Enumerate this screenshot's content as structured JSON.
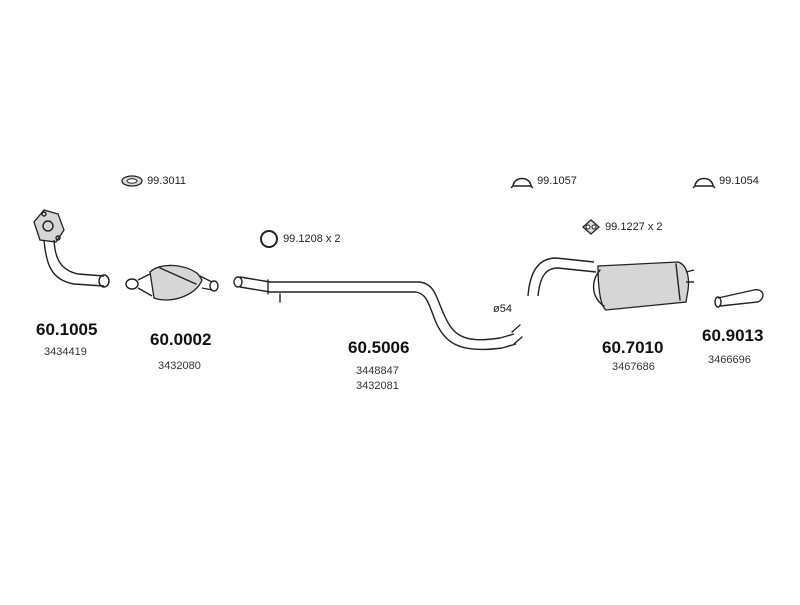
{
  "parts": [
    {
      "number": "60.1005",
      "oem": [
        "3434419"
      ]
    },
    {
      "number": "60.0002",
      "oem": [
        "3432080"
      ]
    },
    {
      "number": "60.5006",
      "oem": [
        "3448847",
        "3432081"
      ]
    },
    {
      "number": "60.7010",
      "oem": [
        "3467686"
      ]
    },
    {
      "number": "60.9013",
      "oem": [
        "3466696"
      ]
    }
  ],
  "accessories": [
    {
      "label": "99.3011",
      "icon": "gasket-ring-icon"
    },
    {
      "label": "99.1208 x 2",
      "icon": "seal-ring-icon"
    },
    {
      "label": "99.1057",
      "icon": "clamp-icon"
    },
    {
      "label": "99.1054",
      "icon": "clamp-icon"
    },
    {
      "label": "99.1227 x 2",
      "icon": "rubber-mount-icon"
    }
  ],
  "dimension": "ø54"
}
